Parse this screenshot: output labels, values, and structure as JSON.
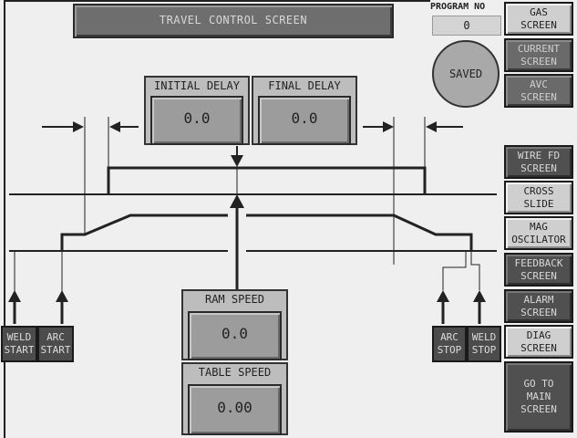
{
  "title": "TRAVEL CONTROL SCREEN",
  "program": {
    "label": "PROGRAM NO",
    "value": "0"
  },
  "status": {
    "saved": "SAVED"
  },
  "nav": [
    {
      "label": "GAS\nSCREEN",
      "style": "light"
    },
    {
      "label": "CURRENT\nSCREEN",
      "style": "mid"
    },
    {
      "label": "AVC\nSCREEN",
      "style": "mid"
    },
    {
      "label": "WIRE FD\nSCREEN",
      "style": "dark"
    },
    {
      "label": "CROSS\nSLIDE",
      "style": "light"
    },
    {
      "label": "MAG\nOSCILATOR",
      "style": "light"
    },
    {
      "label": "FEEDBACK\nSCREEN",
      "style": "dark"
    },
    {
      "label": "ALARM\nSCREEN",
      "style": "dark"
    },
    {
      "label": "DIAG\nSCREEN",
      "style": "light"
    },
    {
      "label": "GO TO\nMAIN\nSCREEN",
      "style": "dark"
    }
  ],
  "delays": {
    "initial": {
      "label": "INITIAL DELAY",
      "value": "0.0"
    },
    "final": {
      "label": "FINAL DELAY",
      "value": "0.0"
    }
  },
  "speeds": {
    "ram": {
      "label": "RAM SPEED",
      "value": "0.0"
    },
    "table": {
      "label": "TABLE SPEED",
      "value": "0.00"
    }
  },
  "triggers": {
    "weld_start": "WELD\nSTART",
    "arc_start": "ARC\nSTART",
    "arc_stop": "ARC\nSTOP",
    "weld_stop": "WELD\nSTOP"
  }
}
